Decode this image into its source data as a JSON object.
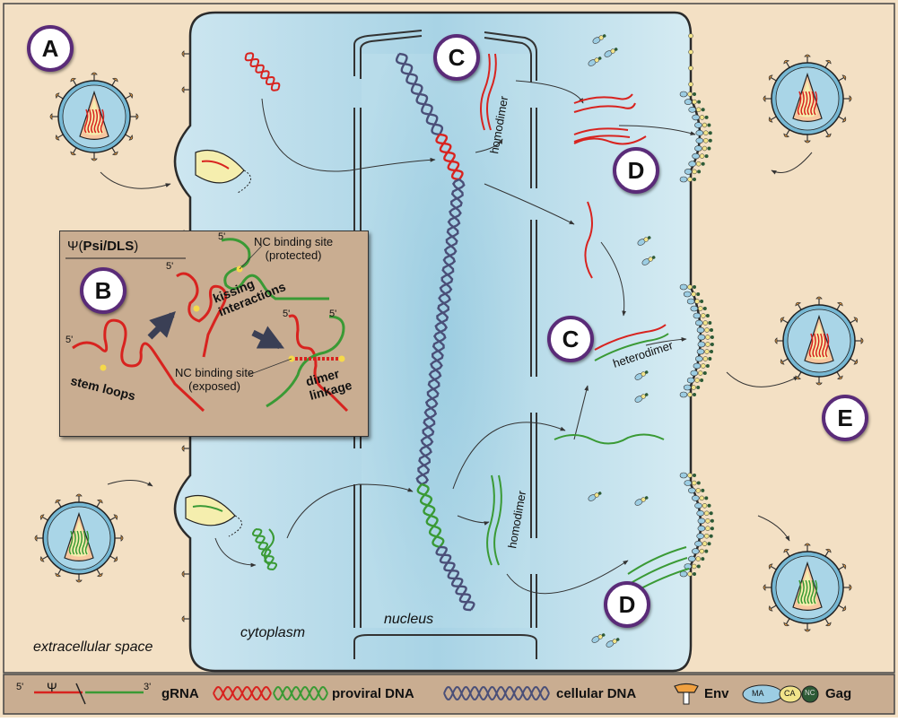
{
  "labels": {
    "panel_A": "A",
    "panel_B": "B",
    "panel_C": "C",
    "panel_D": "D",
    "panel_E": "E",
    "extracellular_space": "extracellular space",
    "cytoplasm": "cytoplasm",
    "nucleus": "nucleus",
    "homodimer": "homodimer",
    "heterodimer": "heterodimer"
  },
  "inset_B": {
    "title_psi": "Ψ",
    "title_open": "(",
    "title_bold": "Psi/DLS",
    "title_close": ")",
    "five_prime": "5'",
    "stem_loops": "stem loops",
    "kissing_line1": "kissing",
    "kissing_line2": "interactions",
    "nc_protected_line1": "NC binding site",
    "nc_protected_line2": "(protected)",
    "nc_exposed_line1": "NC binding site",
    "nc_exposed_line2": "(exposed)",
    "dimer_line1": "dimer",
    "dimer_line2": "linkage"
  },
  "legend": {
    "five_prime": "5'",
    "psi": "Ψ",
    "three_prime": "3'",
    "grna": "gRNA",
    "proviral_dna": "proviral DNA",
    "cellular_dna": "cellular DNA",
    "env": "Env",
    "ma": "MA",
    "ca": "CA",
    "nc": "NC",
    "gag": "Gag"
  },
  "colors": {
    "extracellular": "#f3e0c4",
    "cell": "#c9e3ee",
    "nucleus": "#a9d3e4",
    "rna_red": "#d8231f",
    "rna_green": "#3a9a35",
    "cellular_dna": "#4a4f78",
    "virion_outer": "#76b8d4",
    "capsid_core": "#f5eeae",
    "ma_blue": "#9ccde3",
    "ca_yellow": "#f2e48a",
    "nc_green": "#2d5a36",
    "circle_ring": "#5a2b78",
    "legend_bg": "#c9ad91"
  }
}
